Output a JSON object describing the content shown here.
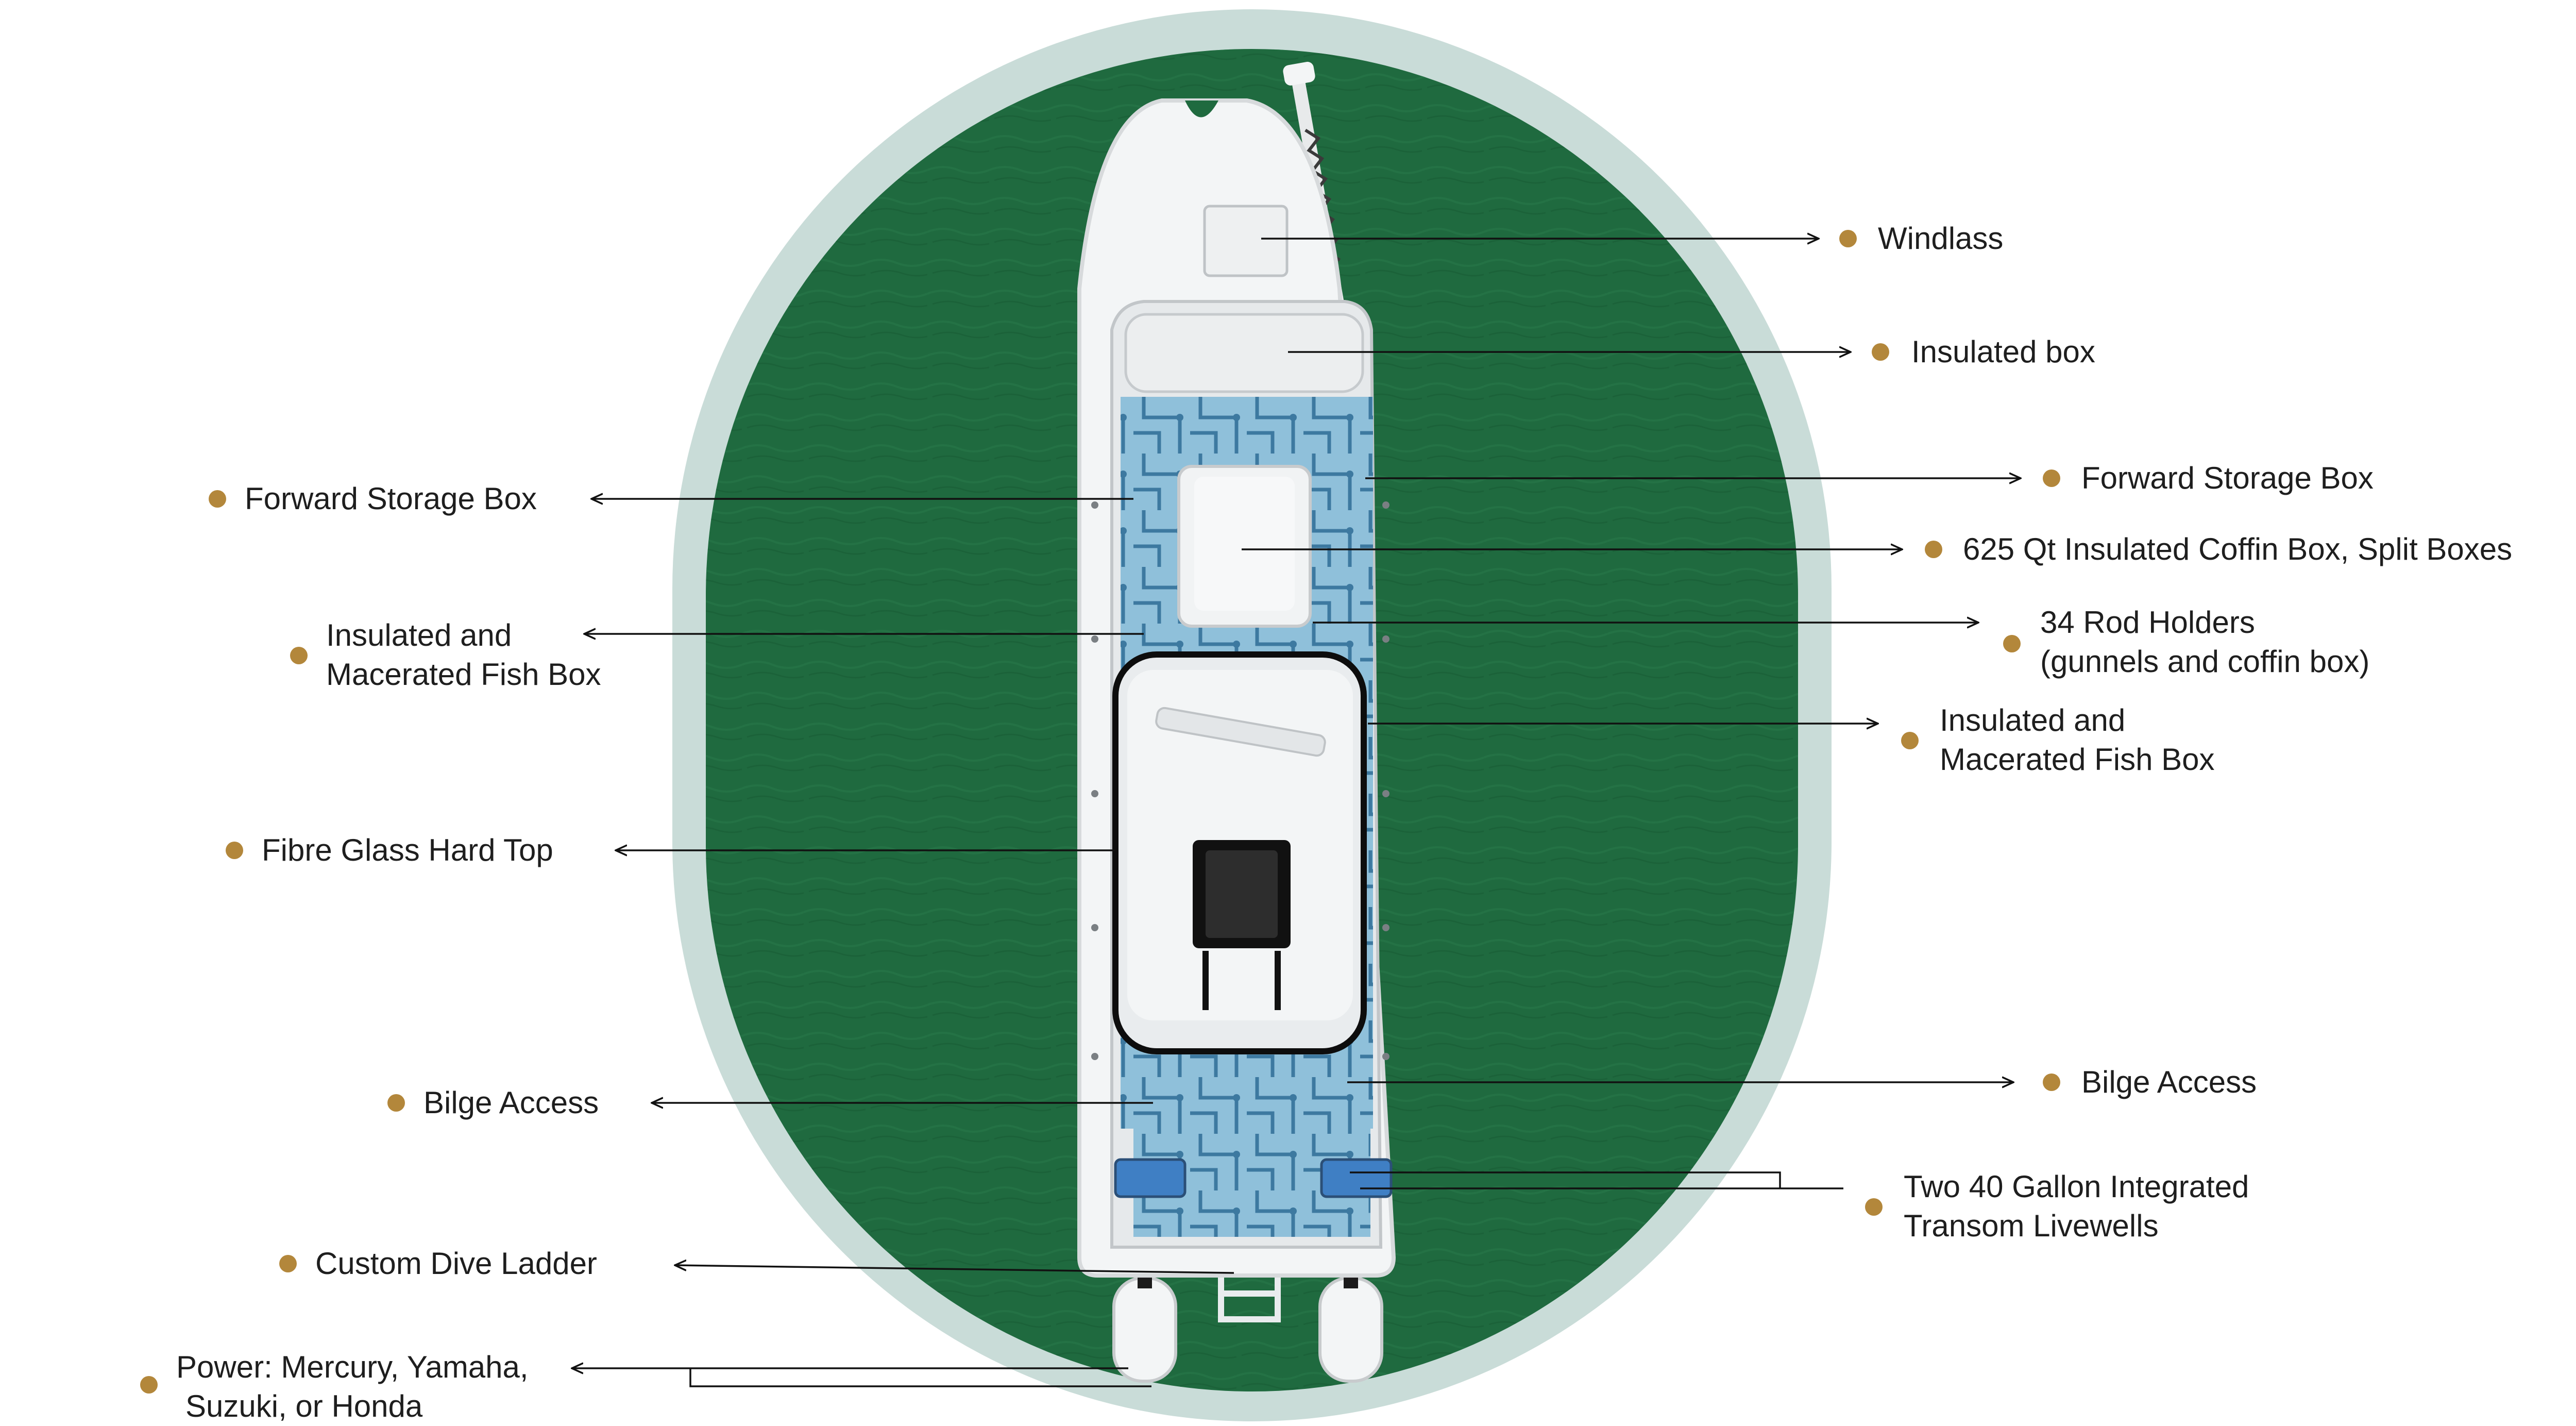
{
  "colors": {
    "outer_ring": "#c9dcd8",
    "water": "#1f6a3f",
    "hull": "#f3f5f6",
    "deck_mat": "#8fc0da",
    "mat_lines": "#3d79a0",
    "bullet": "#b3873b",
    "text": "#1e1e1e",
    "hardtop_outline": "#0d0d0d"
  },
  "callouts": {
    "windlass": "Windlass",
    "insulated_box": "Insulated box",
    "forward_storage_right": "Forward Storage Box",
    "coffin_box": "625 Qt Insulated Coffin Box, Split Boxes",
    "rod_holders_1": "34 Rod Holders",
    "rod_holders_2": "(gunnels and coffin box)",
    "fish_box_right_1": "Insulated and",
    "fish_box_right_2": "Macerated Fish Box",
    "bilge_right": "Bilge Access",
    "livewells_1": "Two 40 Gallon Integrated",
    "livewells_2": "Transom Livewells",
    "forward_storage_left": "Forward Storage Box",
    "fish_box_left_1": "Insulated and",
    "fish_box_left_2": "Macerated Fish Box",
    "hard_top": "Fibre Glass Hard Top",
    "bilge_left": "Bilge Access",
    "dive_ladder": "Custom Dive Ladder",
    "power_1": "Power: Mercury, Yamaha,",
    "power_2": "Suzuki, or Honda"
  }
}
